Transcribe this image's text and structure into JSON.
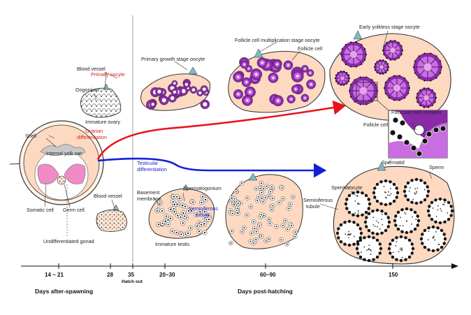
{
  "labels": {
    "shell": "Shell",
    "internal_yolk_sac": "Internal yolk sac",
    "somatic_cell": "Somatic cell",
    "germ_cell": "Germ cell",
    "undifferentiated_gonad": "Undifferentiated gonad",
    "blood_vessel_1": "Blood vessel",
    "blood_vessel_2": "Blood vessel",
    "primally_oocyte": "Primally oocyte",
    "oogonium": "Oogonium",
    "immature_ovary": "Immature ovary",
    "ovarian_differentiation_1": "Ovarian",
    "ovarian_differentiation_2": "differentiation",
    "testicular_differentiation_1": "Testicular",
    "testicular_differentiation_2": "differentiation",
    "primary_growth_stage_oocyte": "Primary growth stage oocyte",
    "follicle_cell_multiplication": "Follicle cell multiplication stage oocyte",
    "follicle_cell_1": "Follicle cell",
    "early_yolkless_stage_oocyte": "Early yolkless stage oocyte",
    "follicular_fold_complex": "Follicular-fold complex",
    "follicle_cell_2": "Follicle cell",
    "basement_membrane_1": "Basement",
    "basement_membrane_2": "membrane",
    "spermatogonium": "Spermatogonium",
    "seminiferous_tubule_blue_1": "Seminiferous",
    "seminiferous_tubule_blue_2": "tubule",
    "immature_testis": "Immature testis",
    "spermatid": "Spermatid",
    "sperm": "Sperm",
    "spermatocyte": "Spermatocyte",
    "seminiferous_tubule_1": "Seminiferous",
    "seminiferous_tubule_2": "tubule"
  },
  "axis": {
    "ticks": [
      "14 ~ 21",
      "28",
      "35",
      "20~30",
      "60~90",
      "150"
    ],
    "hatch_out": "Hatch out",
    "after_spawning": "Days after-spawning",
    "post_hatching": "Days post-hatching"
  },
  "colors": {
    "ovarian_arrow": "#e8141c",
    "testicular_arrow": "#1420d8",
    "tissue": "#fcd9c0",
    "oocyte_purple": "#8a2aa8",
    "oocyte_light": "#c86ee0",
    "egg_pink": "#f08bc8",
    "vessel_teal": "#7fb8c4"
  }
}
